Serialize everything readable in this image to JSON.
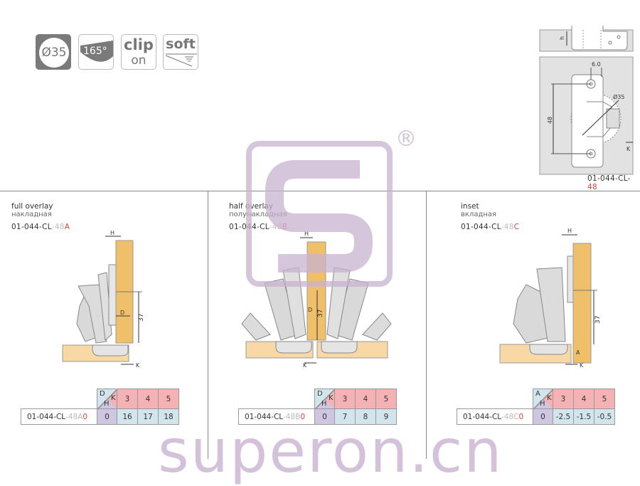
{
  "features": {
    "cup": "Ø35",
    "angle": "165°",
    "clip_top": "clip",
    "clip_bottom": "on",
    "soft": "soft"
  },
  "plate_drawing": {
    "h_label": "h",
    "width_label": "6.0",
    "diameter_label": "Ø35",
    "height_label": "48",
    "k_label": "K",
    "code_base": "01-044-CL-",
    "code_suffix": "48"
  },
  "watermark": {
    "text": "superon.cn",
    "registered": "®"
  },
  "sections": [
    {
      "title": "full overlay",
      "subtitle": "накладная",
      "code_base": "01-044-CL",
      "code_grey": "-48",
      "code_red": "A",
      "dims": {
        "h": "H",
        "d": "D",
        "k": "K",
        "depth": "37"
      },
      "table": {
        "corner_top": "D",
        "corner_right": "K",
        "corner_bottom": "H",
        "k_values": [
          "3",
          "4",
          "5"
        ],
        "row_code_base": "01-044-CL",
        "row_code_grey": "-48A",
        "row_code_red": "0",
        "h_value": "0",
        "values": [
          "16",
          "17",
          "18"
        ]
      }
    },
    {
      "title": "half overlay",
      "subtitle": "полунакладная",
      "code_base": "01-044-CL",
      "code_grey": "-48",
      "code_red": "B",
      "dims": {
        "h": "H",
        "d": "D",
        "k": "K",
        "depth": "37"
      },
      "table": {
        "corner_top": "D",
        "corner_right": "K",
        "corner_bottom": "H",
        "k_values": [
          "3",
          "4",
          "5"
        ],
        "row_code_base": "01-044-CL",
        "row_code_grey": "-48B",
        "row_code_red": "0",
        "h_value": "0",
        "values": [
          "7",
          "8",
          "9"
        ]
      }
    },
    {
      "title": "inset",
      "subtitle": "вкладная",
      "code_base": "01-044-CL",
      "code_grey": "-48",
      "code_red": "C",
      "dims": {
        "h": "H",
        "a": "A",
        "k": "K",
        "depth": "37"
      },
      "table": {
        "corner_top": "A",
        "corner_right": "K",
        "corner_bottom": "H",
        "k_values": [
          "3",
          "4",
          "5"
        ],
        "row_code_base": "01-044-CL",
        "row_code_grey": "-48C",
        "row_code_red": "0",
        "h_value": "0",
        "values": [
          "-2.5",
          "-1.5",
          "-0.5"
        ]
      }
    }
  ],
  "colors": {
    "door": "#efc069",
    "base": "#f8d9a6",
    "watermark": "#c9b3d1",
    "accent": "#e0443a"
  }
}
